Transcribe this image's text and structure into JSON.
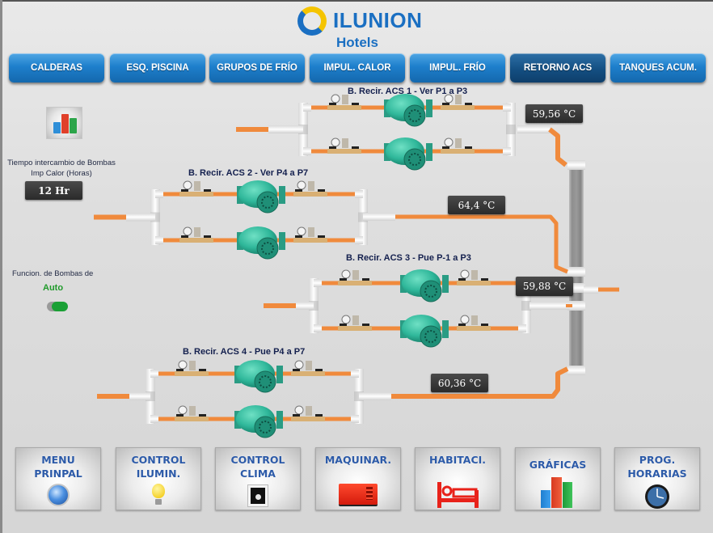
{
  "logo": {
    "name": "ILUNION",
    "sub": "Hotels"
  },
  "nav": {
    "items": [
      {
        "label": "CALDERAS",
        "active": false
      },
      {
        "label": "ESQ. PISCINA",
        "active": false
      },
      {
        "label": "GRUPOS DE FRÍO",
        "active": false
      },
      {
        "label": "IMPUL. CALOR",
        "active": false
      },
      {
        "label": "IMPUL. FRÍO",
        "active": false
      },
      {
        "label": "RETORNO ACS",
        "active": true
      },
      {
        "label": "TANQUES ACUM.",
        "active": false
      }
    ]
  },
  "left_panel": {
    "chart_icon": "bar-chart-icon",
    "tiempo_label": "Tiempo intercambio de Bombas Imp Calor (Horas)",
    "tiempo_value": "12 Hr",
    "funcion_label": "Funcion. de Bombas de",
    "mode": "Auto",
    "toggle_on": true
  },
  "pump_groups": [
    {
      "title": "B. Recir. ACS 1 -  Ver P1 a P3",
      "temperature": "59,56 °C"
    },
    {
      "title": "B. Recir. ACS 2 - Ver P4 a P7",
      "temperature": "64,4 °C"
    },
    {
      "title": "B. Recir. ACS 3 - Pue P-1 a P3",
      "temperature": "59,88 °C"
    },
    {
      "title": "B. Recir. ACS 4 - Pue P4 a P7",
      "temperature": "60,36 °C"
    }
  ],
  "colors": {
    "pipe": "#f08a3c",
    "pump": "#2fb79a",
    "nav_blue": "#1e7fcc",
    "button_text": "#2c5aa8",
    "auto_green": "#1f9a2a"
  },
  "bottom_nav": [
    {
      "label": "MENU\nPRINPAL",
      "line1": "MENU",
      "line2": "PRINPAL",
      "icon": "menu-orb-icon"
    },
    {
      "label": "CONTROL\nILUMIN.",
      "line1": "CONTROL",
      "line2": "ILUMIN.",
      "icon": "light-bulb-icon"
    },
    {
      "label": "CONTROL\nCLIMA",
      "line1": "CONTROL",
      "line2": "CLIMA",
      "icon": "thermostat-icon"
    },
    {
      "label": "MAQUINAR.",
      "line1": "MAQUINAR.",
      "line2": "",
      "icon": "generator-icon"
    },
    {
      "label": "HABITACI.",
      "line1": "HABITACI.",
      "line2": "",
      "icon": "bed-icon"
    },
    {
      "label": "GRÁFICAS",
      "line1": "GRÁFICAS",
      "line2": "",
      "icon": "bar-chart-icon"
    },
    {
      "label": "PROG.\nHORARIAS",
      "line1": "PROG.",
      "line2": "HORARIAS",
      "icon": "clock-icon"
    }
  ]
}
